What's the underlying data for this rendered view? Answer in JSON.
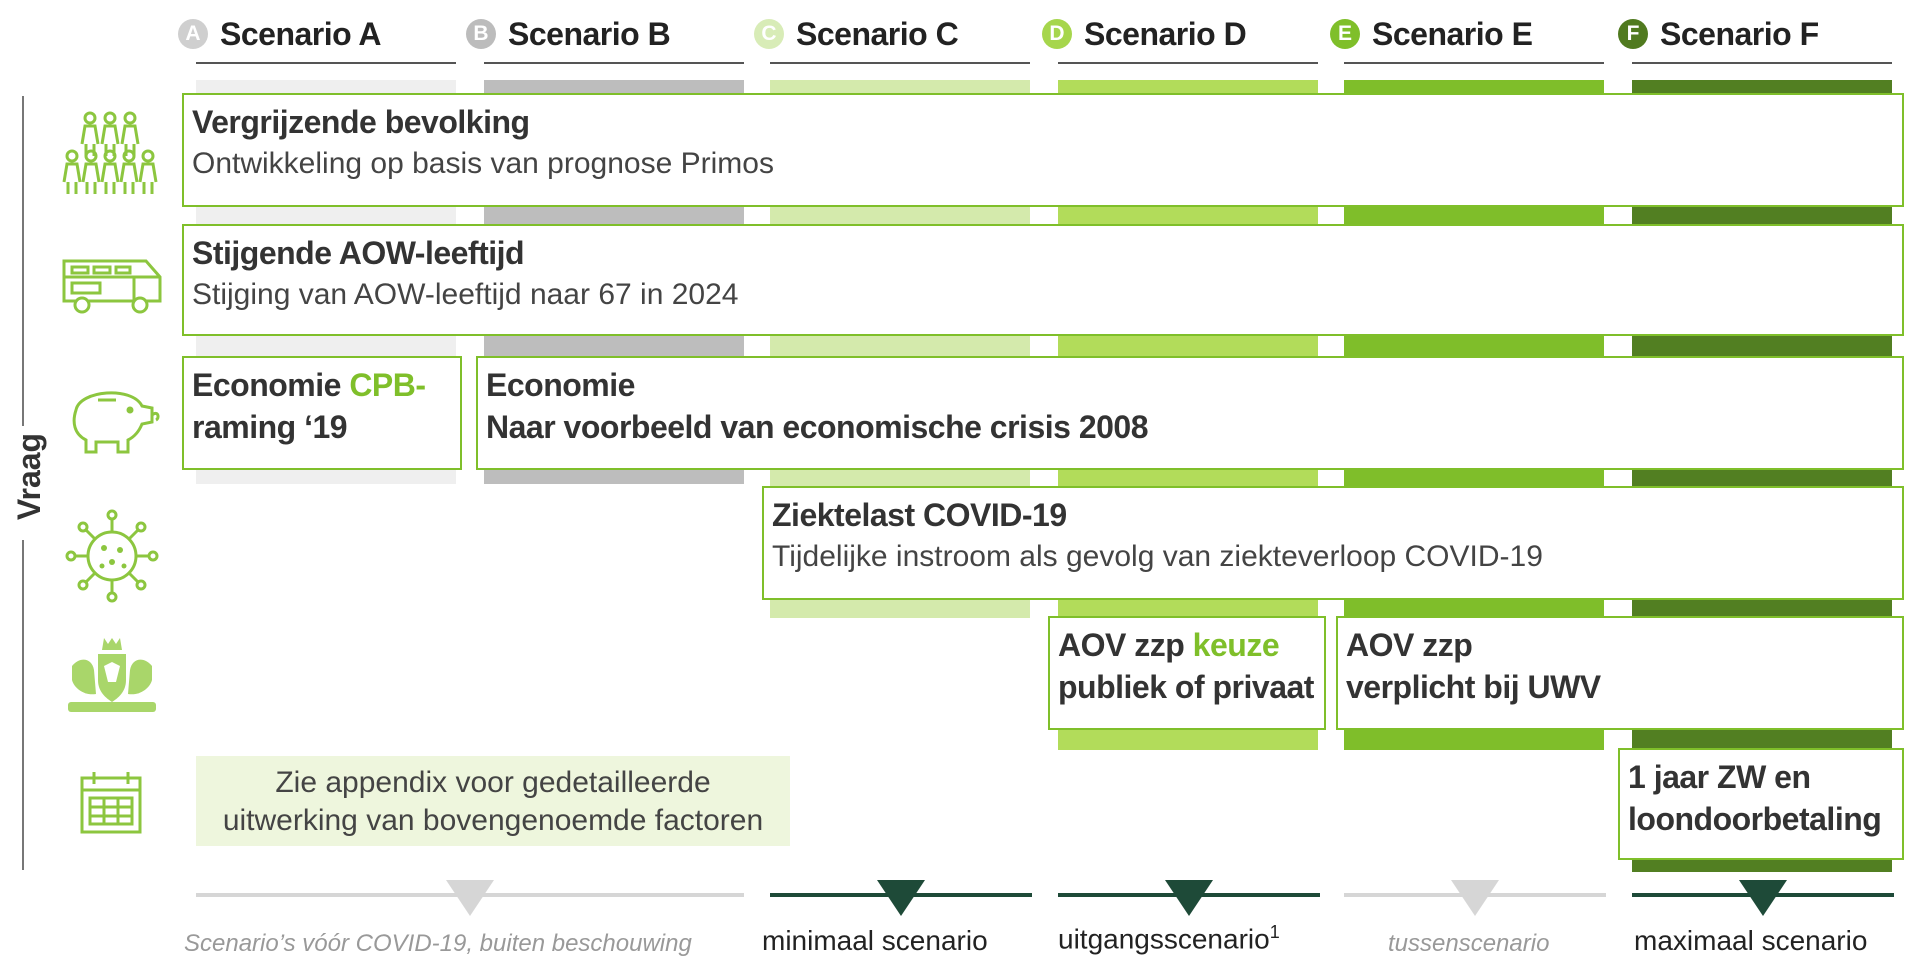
{
  "columns": [
    {
      "badge": "A",
      "title": "Scenario A",
      "badge_color": "#cfcfcf",
      "bar_color": "#efefef"
    },
    {
      "badge": "B",
      "title": "Scenario B",
      "badge_color": "#bcbcbc",
      "bar_color": "#bdbdbd"
    },
    {
      "badge": "C",
      "title": "Scenario C",
      "badge_color": "#d8ecb7",
      "bar_color": "#d4eaac"
    },
    {
      "badge": "D",
      "title": "Scenario D",
      "badge_color": "#a6d64c",
      "bar_color": "#b2dc5a"
    },
    {
      "badge": "E",
      "title": "Scenario E",
      "badge_color": "#7fbf2a",
      "bar_color": "#7fbe2a"
    },
    {
      "badge": "F",
      "title": "Scenario F",
      "badge_color": "#507a1f",
      "bar_color": "#527f22"
    }
  ],
  "axis_label": "Vraag",
  "rows": {
    "bevolking": {
      "title": "Vergrijzende bevolking",
      "text": "Ontwikkeling op basis van prognose Primos"
    },
    "aow": {
      "title": "Stijgende AOW-leeftijd",
      "text": "Stijging van AOW-leeftijd naar 67 in 2024"
    },
    "economie_a": {
      "title": "Economie",
      "highlight": "CPB-",
      "highlight2": "raming ‘19"
    },
    "economie_b": {
      "title": "Economie",
      "highlight": "Naar voorbeeld van economische crisis 2008"
    },
    "covid": {
      "title": "Ziektelast COVID-19",
      "text": "Tijdelijke instroom als gevolg van ziekteverloop COVID-19"
    },
    "aov_d": {
      "title": "AOV zzp",
      "highlight1": "keuze",
      "highlight2": "publiek of privaat"
    },
    "aov_e": {
      "title": "AOV zzp",
      "highlight": "verplicht bij UWV"
    },
    "zw": {
      "line1": "1 jaar ZW en",
      "line2": "loondoorbetaling"
    }
  },
  "note": {
    "line1": "Zie appendix voor gedetailleerde",
    "line2": "uitwerking van bovengenoemde factoren"
  },
  "footer": {
    "ab": "Scenario’s vóór COVID-19, buiten beschouwing",
    "c": "minimaal scenario",
    "d": "uitgangsscenario",
    "d_sup": "1",
    "e": "tussenscenario",
    "f": "maximaal scenario"
  },
  "colors": {
    "accent": "#7fbf2a",
    "dark": "#1e4a38",
    "grey": "#d0d0d0"
  },
  "icons": [
    "people-icon",
    "camper-icon",
    "piggy-bank-icon",
    "virus-icon",
    "coat-of-arms-icon",
    "calendar-icon"
  ]
}
